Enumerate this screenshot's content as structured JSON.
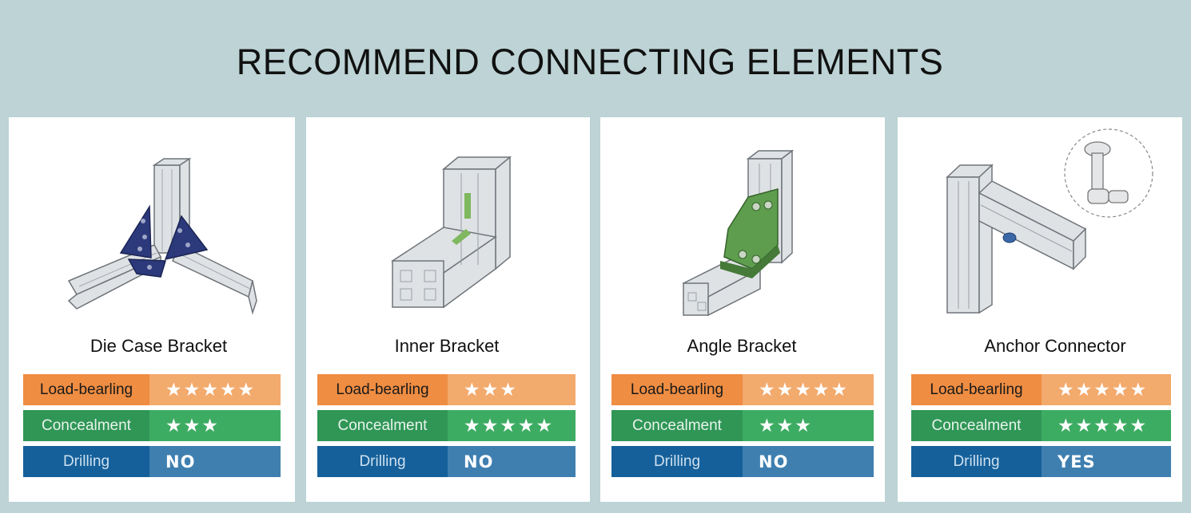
{
  "page": {
    "title": "RECOMMEND CONNECTING ELEMENTS"
  },
  "labels": {
    "load": "Load-bearling",
    "conceal": "Concealment",
    "drilling": "Drilling"
  },
  "colors": {
    "background": "#bdd3d5",
    "load_label": "#ef8d42",
    "load_value": "#f3aa6d",
    "conceal_label": "#2f9656",
    "conceal_value": "#3dac63",
    "drill_label": "#15609a",
    "drill_value": "#3f7fb0"
  },
  "cards": [
    {
      "name": "Die Case Bracket",
      "load": "★★★★★",
      "conceal": "★★★",
      "drilling": "NO",
      "icon": "die-case-bracket-image"
    },
    {
      "name": "Inner Bracket",
      "load": "★★★",
      "conceal": "★★★★★",
      "drilling": "NO",
      "icon": "inner-bracket-image"
    },
    {
      "name": "Angle Bracket",
      "load": "★★★★★",
      "conceal": "★★★",
      "drilling": "NO",
      "icon": "angle-bracket-image"
    },
    {
      "name": "Anchor Connector",
      "load": "★★★★★",
      "conceal": "★★★★★",
      "drilling": "YES",
      "icon": "anchor-connector-image"
    }
  ]
}
